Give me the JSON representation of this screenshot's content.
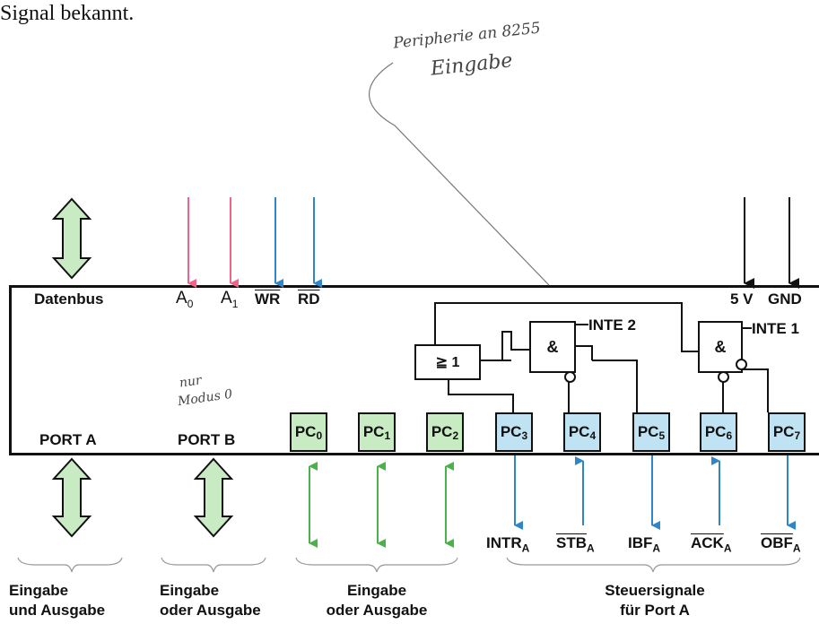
{
  "header_text": "Signal bekannt.",
  "handwriting": {
    "note_top_line1": "Peripherie an 8255",
    "note_top_line2": "Eingabe",
    "note_portb_line1": "nur",
    "note_portb_line2": "Modus 0"
  },
  "chip": {
    "datenbus": "Datenbus",
    "a0": "A",
    "a0_sub": "0",
    "a1": "A",
    "a1_sub": "1",
    "wr": "WR",
    "rd": "RD",
    "vcc": "5 V",
    "gnd": "GND",
    "port_a": "PORT A",
    "port_b": "PORT B",
    "inte2": "INTE 2",
    "inte1": "INTE 1",
    "or_gate": "≧ 1",
    "and_gate": "&"
  },
  "pc_pins": [
    {
      "base": "PC",
      "sub": "0"
    },
    {
      "base": "PC",
      "sub": "1"
    },
    {
      "base": "PC",
      "sub": "2"
    },
    {
      "base": "PC",
      "sub": "3"
    },
    {
      "base": "PC",
      "sub": "4"
    },
    {
      "base": "PC",
      "sub": "5"
    },
    {
      "base": "PC",
      "sub": "6"
    },
    {
      "base": "PC",
      "sub": "7"
    }
  ],
  "signals": {
    "intr": "INTR",
    "intr_sub": "A",
    "stb": "STB",
    "stb_sub": "A",
    "ibf": "IBF",
    "ibf_sub": "A",
    "ack": "ACK",
    "ack_sub": "A",
    "obf": "OBF",
    "obf_sub": "A"
  },
  "captions": {
    "porta_l1": "Eingabe",
    "porta_l2": "und Ausgabe",
    "portb_l1": "Eingabe",
    "portb_l2": "oder Ausgabe",
    "pc_l1": "Eingabe",
    "pc_l2": "oder Ausgabe",
    "ctrl_l1": "Steuersignale",
    "ctrl_l2": "für Port A"
  },
  "colors": {
    "pink": "#f0648c",
    "blue": "#2f86c8",
    "green": "#49b24a",
    "green_fill": "#c8ebc3",
    "blue_fill": "#bfe3f2",
    "black": "#111111"
  }
}
